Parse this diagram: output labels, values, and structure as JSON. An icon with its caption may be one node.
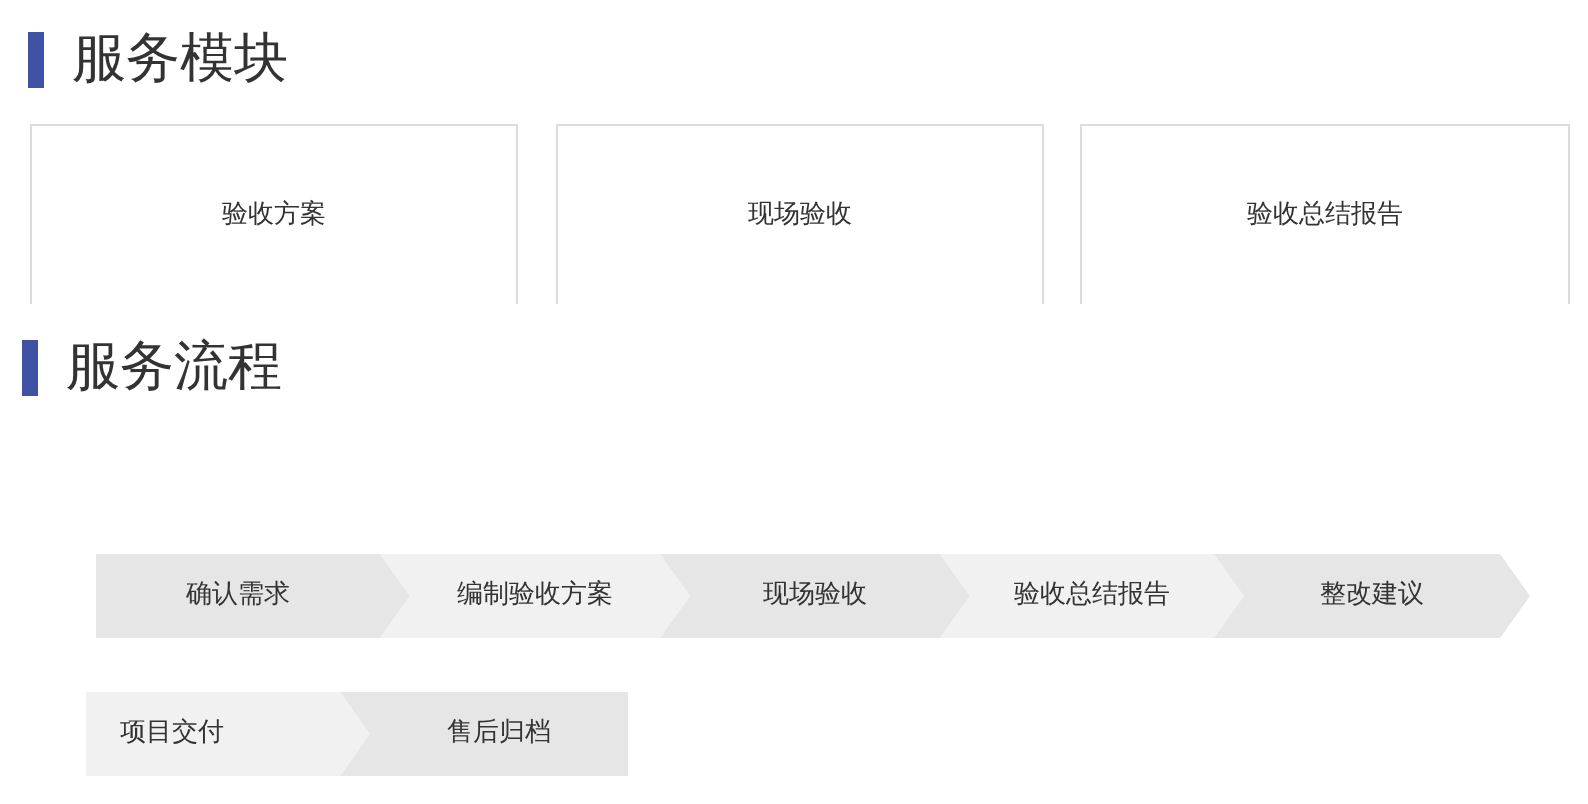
{
  "diagram": {
    "nodes": [
      {
        "text": [
          "验收方案"
        ]
      },
      {
        "text": [
          "现场验收"
        ]
      },
      {
        "text": [
          "验收总结报告"
        ]
      },
      {
        "text": [
          "确认需求"
        ]
      },
      {
        "text": [
          "编制验收方案"
        ]
      },
      {
        "text": [
          "现场验收"
        ]
      },
      {
        "text": [
          "验收总结报告"
        ]
      },
      {
        "text": [
          "整改建议"
        ]
      },
      {
        "text": [
          "项目交付"
        ]
      },
      {
        "text": [
          "售后归档"
        ]
      }
    ],
    "labels": [
      "服务模块",
      "服务流程"
    ]
  }
}
